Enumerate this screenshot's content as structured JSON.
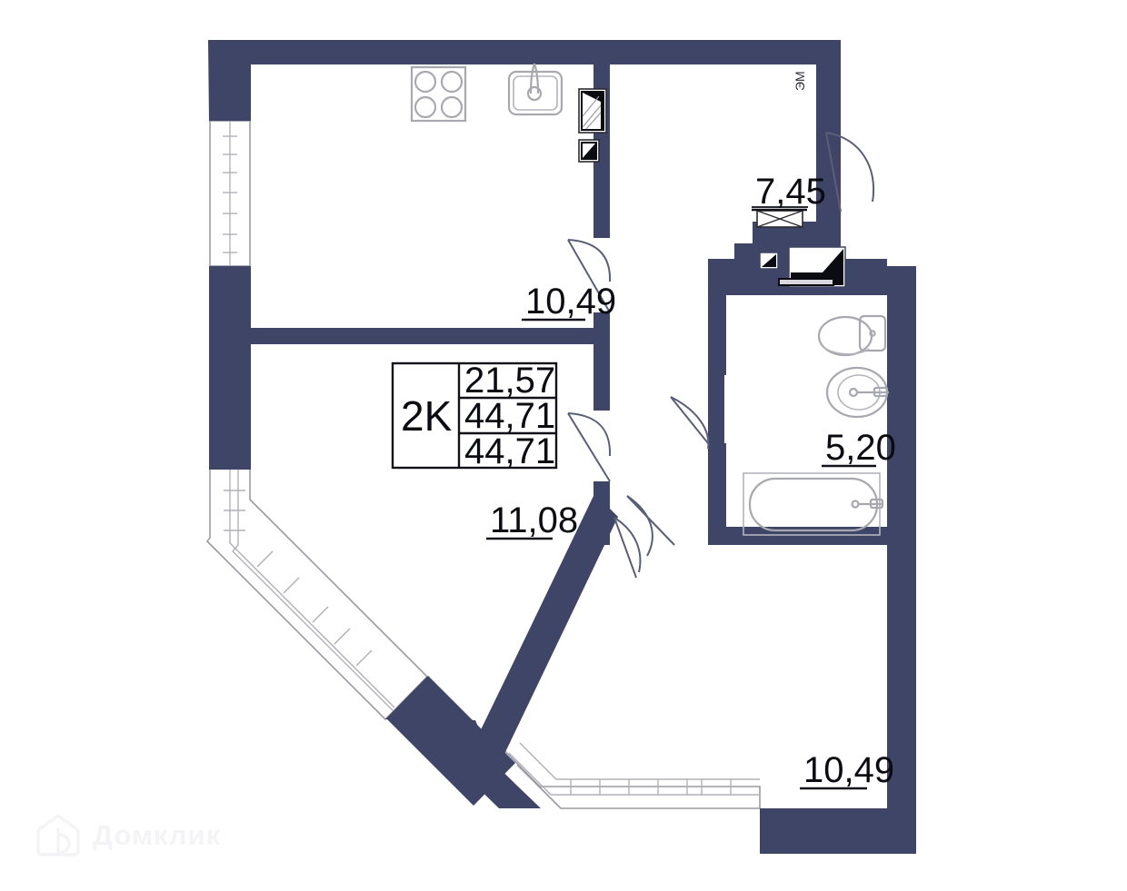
{
  "plan": {
    "title_block": {
      "rooms_label": "2K",
      "area_living": "21,57",
      "area_total": "44,71",
      "area_usable": "44,71"
    },
    "room_labels": [
      {
        "name": "kitchen-living-area",
        "value": "10,49"
      },
      {
        "name": "hall-area",
        "value": "7,45"
      },
      {
        "name": "bathroom-area",
        "value": "5,20"
      },
      {
        "name": "bedroom-left-area",
        "value": "11,08"
      },
      {
        "name": "bedroom-right-area",
        "value": "10,49"
      }
    ],
    "annotations": [
      {
        "name": "electric-meter-label",
        "value": "ЭМ"
      }
    ],
    "colors": {
      "wall": "#3e4566",
      "thin_line": "#9a9aa2",
      "fixture": "#a8a8b0",
      "text": "#111118",
      "background": "#ffffff"
    }
  },
  "watermark": {
    "brand": "Домклик",
    "icon": "house-logo-icon",
    "color": "#f4f4f6"
  }
}
